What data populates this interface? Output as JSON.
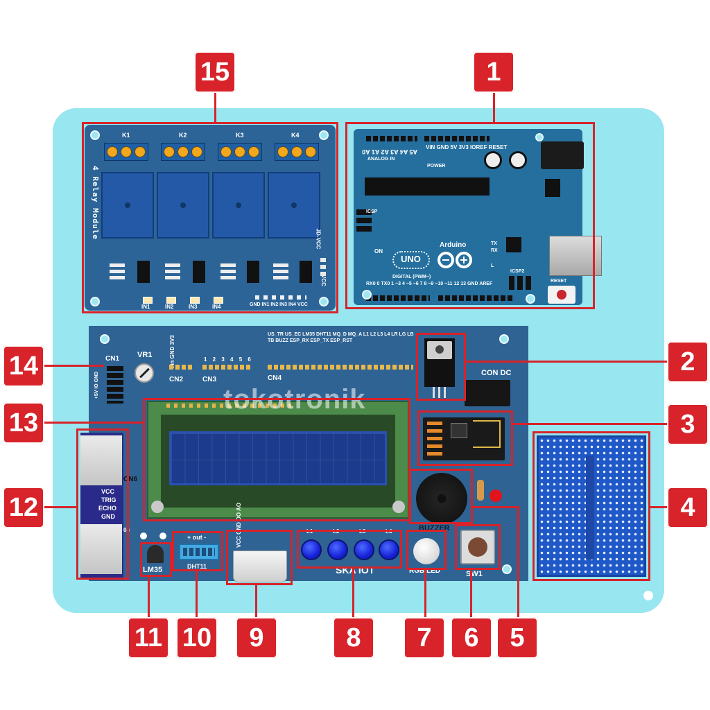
{
  "watermark": "tokotronik",
  "callouts": [
    "1",
    "2",
    "3",
    "4",
    "5",
    "6",
    "7",
    "8",
    "9",
    "10",
    "11",
    "12",
    "13",
    "14",
    "15"
  ],
  "relay_module": {
    "title": "4 Relay Module",
    "relays": [
      "K1",
      "K2",
      "K3",
      "K4"
    ],
    "inputs": [
      "IN1",
      "IN2",
      "IN3",
      "IN4"
    ],
    "header_text": "GND IN1 IN2 IN3 IN4 VCC",
    "jd_vcc": "JD-VCC",
    "vcc": "VCC"
  },
  "arduino": {
    "analog_pins": "A5 A4 A3 A2 A1 A0",
    "analog_in": "ANALOG IN",
    "power_pins": "VIN GND 5V 3V3 IOREF RESET",
    "power": "POWER",
    "uno": "UNO",
    "brand": "Arduino",
    "on": "ON",
    "tx": "TX",
    "rx": "RX",
    "l": "L",
    "icsp": "ICSP",
    "icsp2": "ICSP2",
    "digital": "DIGITAL (PWM~)",
    "digital_pins": "RX0 0 TX0 1 ~3 4 ~5 ~6 7 8 ~9 ~10 ~11 12 13 GND AREF",
    "reset": "RESET"
  },
  "main_board": {
    "cn1": "CN1",
    "cn1_pins": "+5V IO GND",
    "vr1": "VR1",
    "cn2": "CN2",
    "cn2_pins": "Vin GND 3V3",
    "cn3": "CN3",
    "cn3_pins": "1 2 3 4 5 6",
    "cn4": "CN4",
    "cn4_pins": "US_TR US_EC LM35 DHT11 MQ_D MQ_A L1 L2 L3 L4 LR LG LB TB BUZZ ESP_RX ESP_TX ESP_RST",
    "con_dc": "CON DC",
    "buzzer": "BUZZER",
    "sw1": "SW1",
    "rgb_led": "RGB LED",
    "ska_iot": "SKA IOT",
    "led_labels": [
      "L1",
      "L2",
      "L3",
      "L4"
    ],
    "dht11": "DHT11",
    "dht_out": "+ out -",
    "mq_pins": "VCC GND DO AO",
    "lm35": "LM35",
    "cn6": "CN6",
    "ultrasonic_pins": [
      "VCC",
      "TRIG",
      "ECHO",
      "GND"
    ],
    "hc04": "04"
  }
}
